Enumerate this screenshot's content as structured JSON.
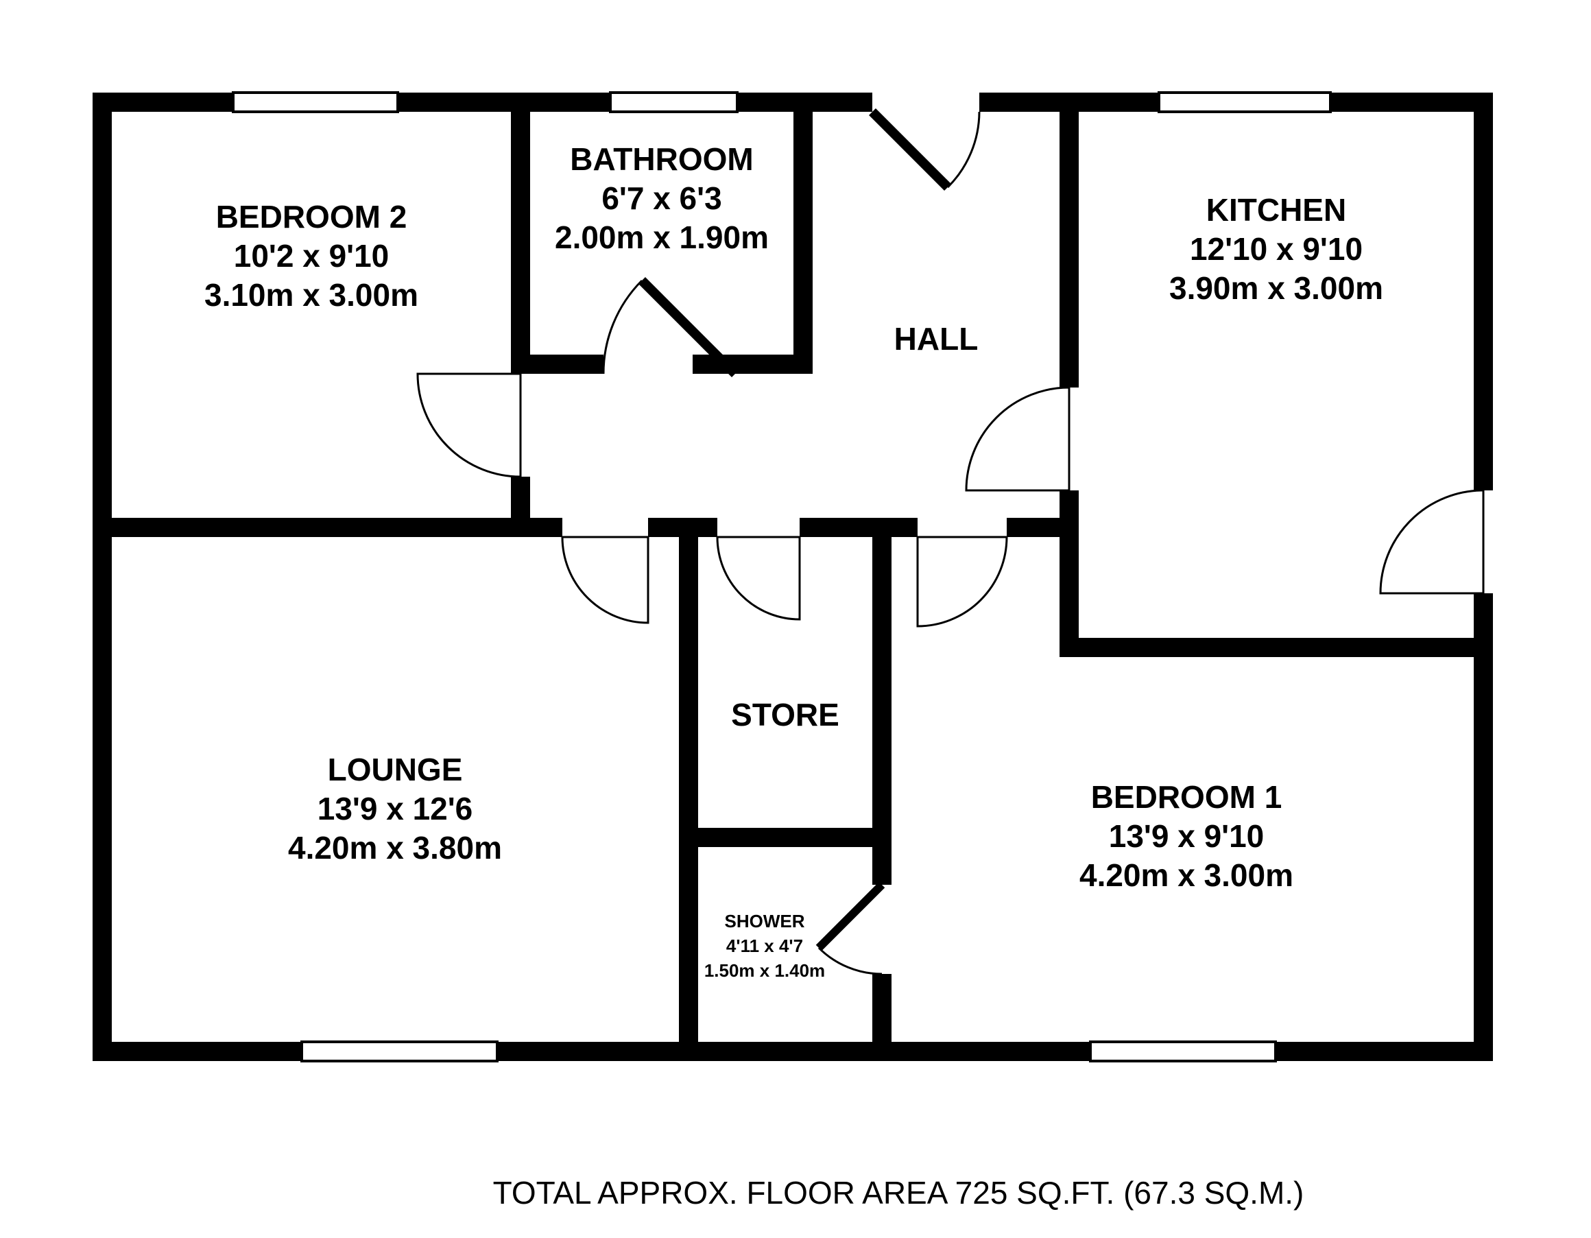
{
  "floorplan": {
    "rooms": {
      "bedroom2": {
        "name": "BEDROOM 2",
        "imperial": "10'2 x 9'10",
        "metric": "3.10m x 3.00m"
      },
      "bathroom": {
        "name": "BATHROOM",
        "imperial": "6'7 x 6'3",
        "metric": "2.00m x 1.90m"
      },
      "hall": {
        "name": "HALL"
      },
      "kitchen": {
        "name": "KITCHEN",
        "imperial": "12'10 x 9'10",
        "metric": "3.90m x 3.00m"
      },
      "lounge": {
        "name": "LOUNGE",
        "imperial": "13'9 x 12'6",
        "metric": "4.20m x 3.80m"
      },
      "store": {
        "name": "STORE"
      },
      "bedroom1": {
        "name": "BEDROOM 1",
        "imperial": "13'9 x 9'10",
        "metric": "4.20m x 3.00m"
      },
      "shower": {
        "name": "SHOWER",
        "imperial": "4'11 x 4'7",
        "metric": "1.50m x 1.40m"
      }
    },
    "footer": "TOTAL APPROX. FLOOR AREA 725 SQ.FT. (67.3 SQ.M.)",
    "colors": {
      "wall": "#000000",
      "background": "#ffffff"
    }
  }
}
